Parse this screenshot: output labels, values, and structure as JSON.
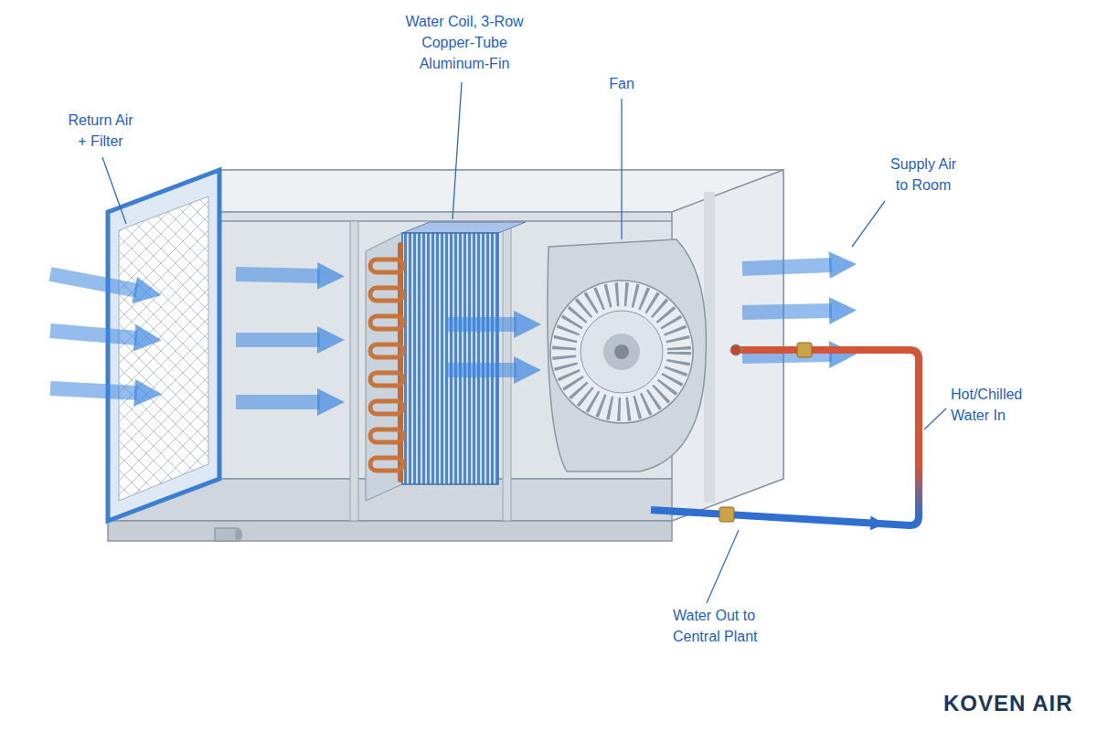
{
  "diagram": {
    "labels": [
      "Return Air + Filter",
      "Water Coil, 3-Row Copper-Tube Aluminum-Fin",
      "Fan",
      "Supply Air to Room",
      "Hot/Chilled Water In",
      "Water Out to Central Plant",
      "KOVEN AIR"
    ]
  }
}
